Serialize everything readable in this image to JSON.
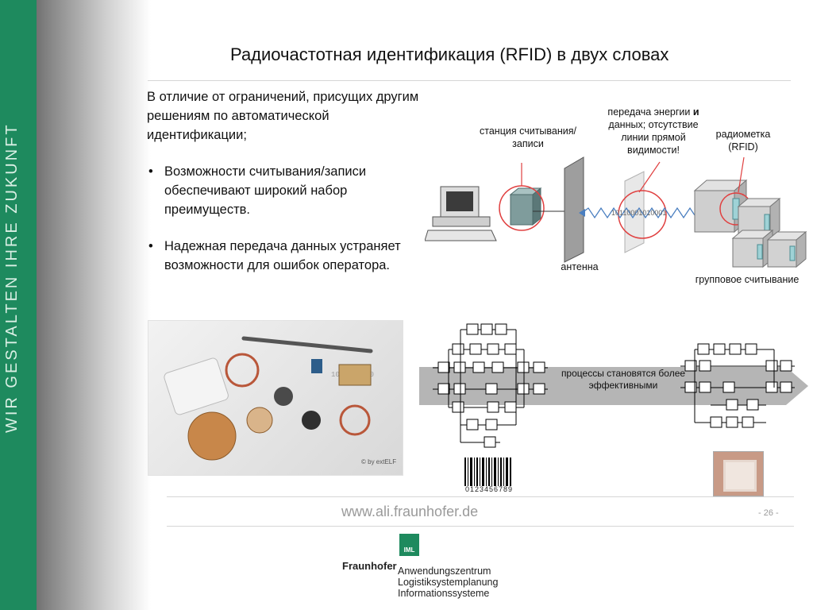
{
  "slide": {
    "title": "Радиочастотная идентификация (RFID) в двух словах",
    "intro": "В отличие от ограничений, присущих другим решениям по автоматической идентификации;",
    "bullets": [
      "Возможности считывания/записи обеспечивают широкий набор преимуществ.",
      "Надежная передача данных устраняет возможности для ошибок оператора."
    ],
    "side_text": "WIR GESTALTEN IHRE ZUKUNFT",
    "page_number": "- 26 -",
    "url": "www.ali.fraunhofer.de"
  },
  "diagram": {
    "station_label": "станция считывания/записи",
    "transfer_label_a": "передача энергии ",
    "transfer_label_b": "и",
    "transfer_label_c": " данных; отсутствие линии прямой видимости!",
    "tag_label": "радиометка (RFID)",
    "antenna_label": "антенна",
    "group_label": "групповое считывание",
    "binary_text": "10110001010001"
  },
  "process": {
    "label": "процессы становятся более эффективными",
    "barcode_number": "0123456789"
  },
  "photo": {
    "credit": "© by extELF"
  },
  "footer": {
    "brand": "Fraunhofer",
    "iml": "IML",
    "lines": [
      "Anwendungszentrum",
      "Logistiksystemplanung",
      "Informationssysteme"
    ]
  },
  "colors": {
    "green": "#1e8a5e",
    "red": "#e04040",
    "arrow": "#b5b5b5"
  }
}
